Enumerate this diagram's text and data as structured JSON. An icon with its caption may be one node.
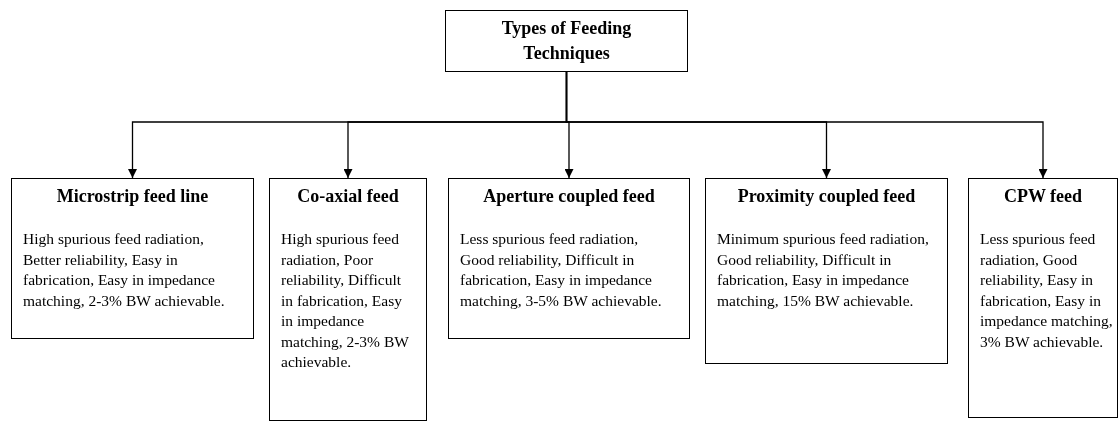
{
  "diagram": {
    "nodes": [
      {
        "text": [
          "Types of Feeding Techniques"
        ]
      },
      {
        "text": [
          "Microstrip feed line",
          "High spurious feed radiation, Better reliability, Easy in fabrication, Easy in impedance matching, 2-3% BW achievable."
        ]
      },
      {
        "text": [
          "Co-axial feed",
          "High spurious feed radiation, Poor reliability, Difficult in fabrication, Easy in impedance matching, 2-3% BW achievable."
        ]
      },
      {
        "text": [
          "Aperture coupled feed",
          "Less spurious feed radiation, Good reliability, Difficult in fabrication, Easy in impedance matching, 3-5% BW achievable."
        ]
      },
      {
        "text": [
          "Proximity coupled feed",
          "Minimum spurious feed radiation, Good reliability, Difficult in fabrication, Easy in impedance matching, 15% BW achievable."
        ]
      },
      {
        "text": [
          "CPW feed",
          "Less spurious feed radiation, Good reliability, Easy in fabrication, Easy in impedance matching, 3% BW achievable."
        ]
      }
    ],
    "edges": [
      {
        "from": 0,
        "to": 1,
        "arrow": "to"
      },
      {
        "from": 0,
        "to": 2,
        "arrow": "to"
      },
      {
        "from": 0,
        "to": 3,
        "arrow": "to"
      },
      {
        "from": 0,
        "to": 4,
        "arrow": "to"
      },
      {
        "from": 0,
        "to": 5,
        "arrow": "to"
      }
    ]
  }
}
